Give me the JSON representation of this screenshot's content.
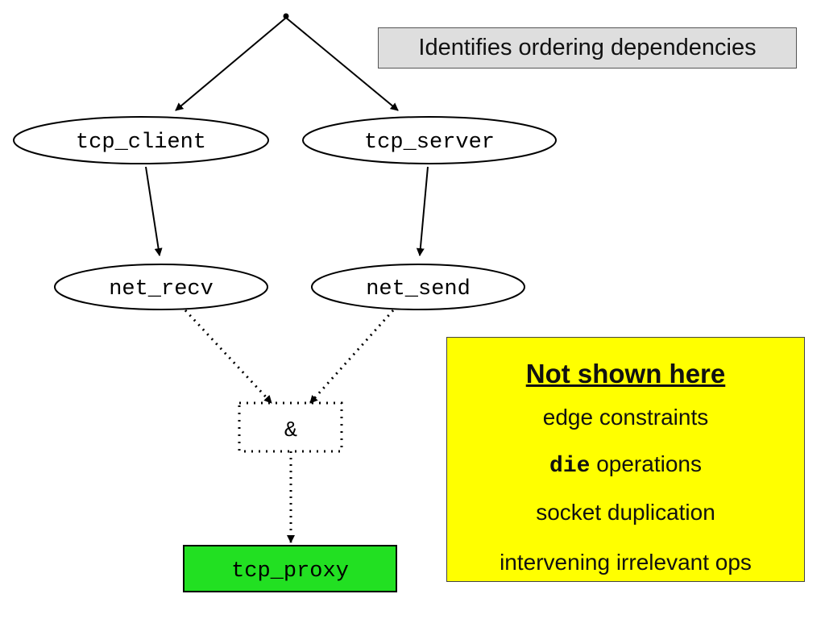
{
  "nodes": {
    "tcp_client": "tcp_client",
    "tcp_server": "tcp_server",
    "net_recv": "net_recv",
    "net_send": "net_send",
    "join": "&",
    "tcp_proxy": "tcp_proxy"
  },
  "callout_top": "Identifies ordering dependencies",
  "not_shown": {
    "heading": "Not shown here",
    "items": [
      "edge constraints",
      "operations",
      "socket duplication",
      "intervening irrelevant ops"
    ],
    "die_keyword": "die"
  },
  "colors": {
    "proxy_fill": "#22e022",
    "callout_gray": "#dedede",
    "callout_yellow": "#ffff00"
  }
}
